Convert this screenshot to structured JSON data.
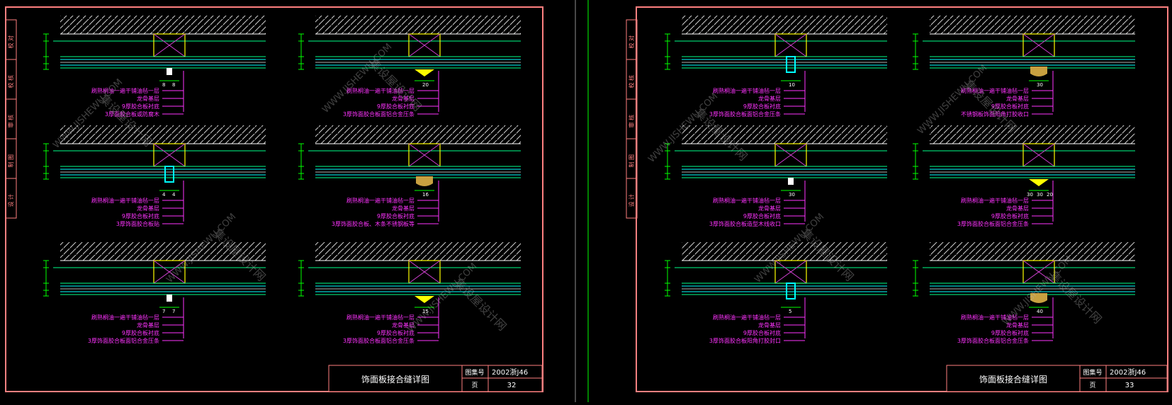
{
  "sheets": [
    {
      "title": "饰面板接合缝详图",
      "atlas_label": "图集号",
      "atlas_no": "2002浙J46",
      "page_label": "页",
      "page_no": "32",
      "side_labels": [
        "校 对",
        "校 核",
        "审 核",
        "制 图",
        "设 计"
      ],
      "details": [
        {
          "lines": [
            "刷熟桐油一遍干铺油毡一层",
            "龙骨基层",
            "9厚胶合板衬底",
            "3厚面胶合板或防腐木"
          ],
          "dims": [
            "8",
            "8"
          ]
        },
        {
          "lines": [
            "刷熟桐油一遍干铺油毡一层",
            "龙骨基层",
            "9厚胶合板衬底",
            "3厚饰面胶合板面铝合金压条"
          ],
          "dims": [
            "20"
          ]
        },
        {
          "lines": [
            "刷熟桐油一遍干铺油毡一层",
            "龙骨基层",
            "9厚胶合板衬底",
            "3厚饰面胶合板贴"
          ],
          "dims": [
            "4",
            "4"
          ]
        },
        {
          "lines": [
            "刷熟桐油一遍干铺油毡一层",
            "龙骨基层",
            "9厚胶合板衬底",
            "3厚饰面胶合板、木条不锈钢板等"
          ],
          "dims": [
            "16"
          ]
        },
        {
          "lines": [
            "刷熟桐油一遍干铺油毡一层",
            "龙骨基层",
            "9厚胶合板衬底",
            "3厚饰面胶合板面铝合金压条"
          ],
          "dims": [
            "7",
            "7"
          ]
        },
        {
          "lines": [
            "刷熟桐油一遍干铺油毡一层",
            "龙骨基层",
            "9厚胶合板衬底",
            "3厚饰面胶合板面铝合金压条"
          ],
          "dims": [
            "15"
          ]
        }
      ]
    },
    {
      "title": "饰面板接合缝详图",
      "atlas_label": "图集号",
      "atlas_no": "2002浙J46",
      "page_label": "页",
      "page_no": "33",
      "side_labels": [
        "校 对",
        "校 核",
        "审 核",
        "制 图",
        "设 计"
      ],
      "details": [
        {
          "lines": [
            "刷熟桐油一遍干铺油毡一层",
            "龙骨基层",
            "9厚胶合板衬底",
            "3厚饰面胶合板面铝合金压条"
          ],
          "dims": [
            "10"
          ]
        },
        {
          "lines": [
            "刷熟桐油一遍干铺油毡一层",
            "龙骨基层",
            "9厚胶合板衬底",
            "不锈钢板饰面阳角打胶收口"
          ],
          "dims": [
            "30"
          ]
        },
        {
          "lines": [
            "刷熟桐油一遍干铺油毡一层",
            "龙骨基层",
            "9厚胶合板衬底",
            "3厚饰面胶合板造型木线收口"
          ],
          "dims": [
            "30"
          ]
        },
        {
          "lines": [
            "刷熟桐油一遍干铺油毡一层",
            "龙骨基层",
            "9厚胶合板衬底",
            "3厚饰面胶合板面铝合金压条"
          ],
          "dims": [
            "30",
            "30",
            "20"
          ]
        },
        {
          "lines": [
            "刷熟桐油一遍干铺油毡一层",
            "龙骨基层",
            "9厚胶合板衬底",
            "3厚饰面胶合板阳角打胶封口"
          ],
          "dims": [
            "5"
          ]
        },
        {
          "lines": [
            "刷熟桐油一遍干铺油毡一层",
            "龙骨基层",
            "9厚胶合板衬底",
            "3厚饰面胶合板面铝合金压条"
          ],
          "dims": [
            "40"
          ]
        }
      ]
    }
  ],
  "watermark": {
    "cn": "集设屋设计网",
    "en": "WWW.JISHEWU.COM"
  },
  "colors": {
    "frame": "#ff8080",
    "hatch": "#d0d0d0",
    "plank_green": "#00ff88",
    "plank_cyan": "#00ffff",
    "box": "#ffff00",
    "note": "#ff33ff",
    "dim": "#00ff00",
    "title": "#ffffff"
  }
}
